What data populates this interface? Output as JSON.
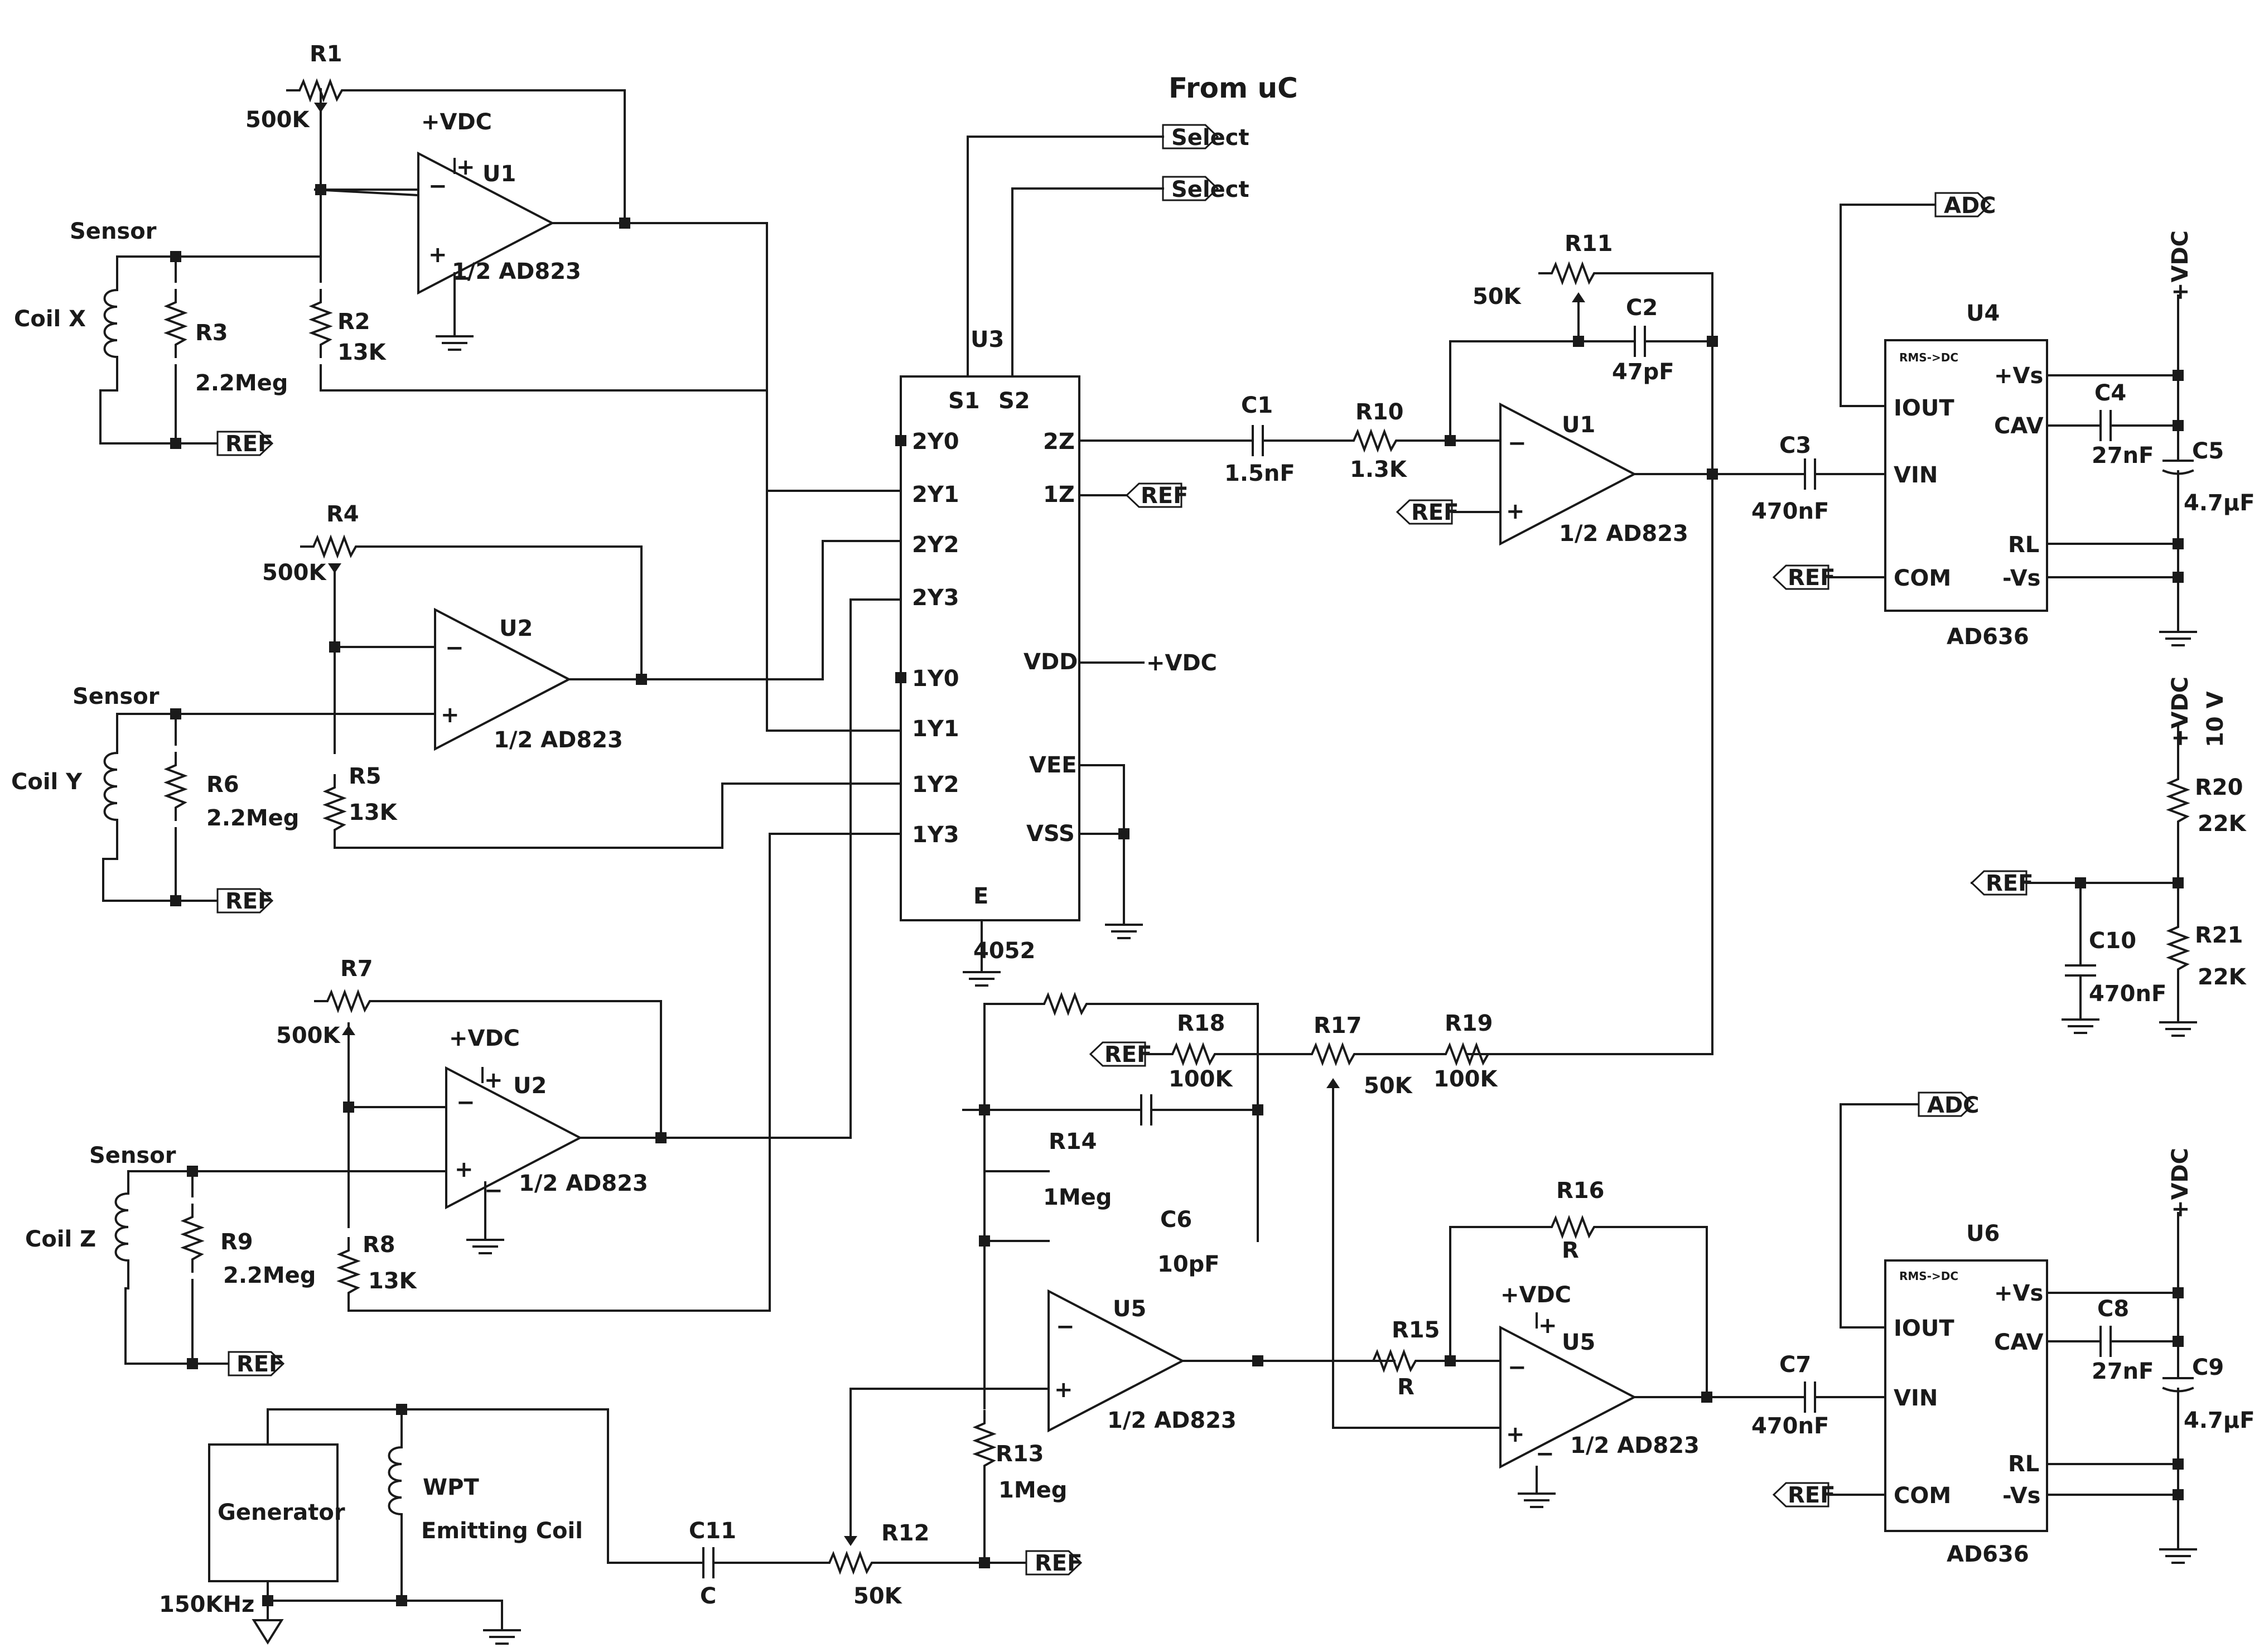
{
  "title": "From uC",
  "select_label": "Select",
  "adc_label": "ADC",
  "ref_label": "REF",
  "vdc_label": "+VDC",
  "ten_volt": "10 V",
  "sensor_label": "Sensor",
  "coil_x": "Coil X",
  "coil_y": "Coil Y",
  "coil_z": "Coil Z",
  "opamp_part": "1/2 AD823",
  "mux": {
    "name": "U3",
    "part": "4052",
    "pins": {
      "s1": "S1",
      "s2": "S2",
      "y20": "2Y0",
      "y21": "2Y1",
      "y22": "2Y2",
      "y23": "2Y3",
      "y10": "1Y0",
      "y11": "1Y1",
      "y12": "1Y2",
      "y13": "1Y3",
      "z2": "2Z",
      "z1": "1Z",
      "vdd": "VDD",
      "vee": "VEE",
      "vss": "VSS",
      "e": "E"
    }
  },
  "rms": {
    "header": "RMS->DC",
    "part": "AD636",
    "u4": "U4",
    "u6": "U6",
    "pins": {
      "iout": "IOUT",
      "vin": "VIN",
      "com": "COM",
      "vs_plus": "+Vs",
      "cav": "CAV",
      "rl": "RL",
      "vs_minus": "-Vs"
    }
  },
  "opamps": {
    "u1": "U1",
    "u2": "U2",
    "u5": "U5"
  },
  "components": {
    "r1": "R1",
    "r1v": "500K",
    "r2": "R2",
    "r2v": "13K",
    "r3": "R3",
    "r3v": "2.2Meg",
    "r4": "R4",
    "r4v": "500K",
    "r5": "R5",
    "r5v": "13K",
    "r6": "R6",
    "r6v": "2.2Meg",
    "r7": "R7",
    "r7v": "500K",
    "r8": "R8",
    "r8v": "13K",
    "r9": "R9",
    "r9v": "2.2Meg",
    "r10": "R10",
    "r10v": "1.3K",
    "r11": "R11",
    "r11v": "50K",
    "r12": "R12",
    "r12v": "50K",
    "r13": "R13",
    "r13v": "1Meg",
    "r14": "R14",
    "r14v": "1Meg",
    "r15": "R15",
    "r15v": "R",
    "r16": "R16",
    "r16v": "R",
    "r17": "R17",
    "r17v": "50K",
    "r18": "R18",
    "r18v": "100K",
    "r19": "R19",
    "r19v": "100K",
    "r20": "R20",
    "r20v": "22K",
    "r21": "R21",
    "r21v": "22K",
    "c1": "C1",
    "c1v": "1.5nF",
    "c2": "C2",
    "c2v": "47pF",
    "c3": "C3",
    "c3v": "470nF",
    "c4": "C4",
    "c4v": "27nF",
    "c5": "C5",
    "c5v": "4.7µF",
    "c6": "C6",
    "c6v": "10pF",
    "c7": "C7",
    "c7v": "470nF",
    "c8": "C8",
    "c8v": "27nF",
    "c9": "C9",
    "c9v": "4.7µF",
    "c10": "C10",
    "c10v": "470nF",
    "c11": "C11",
    "c11v": "C"
  },
  "generator": {
    "label": "Generator",
    "freq": "150KHz"
  },
  "wpt": {
    "line1": "WPT",
    "line2": "Emitting Coil"
  }
}
